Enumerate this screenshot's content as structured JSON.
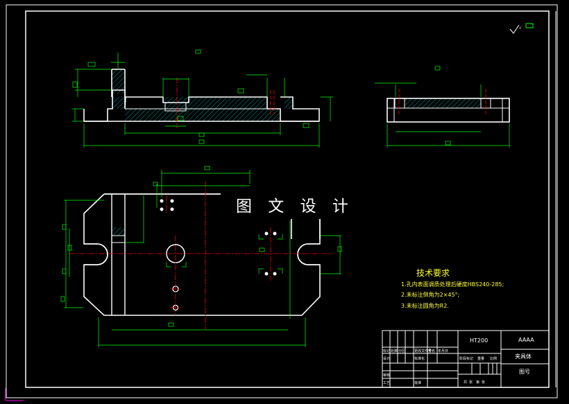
{
  "watermark": "图 文 设 计",
  "tech_requirements": {
    "title": "技术要求",
    "items": [
      "1.孔内表面调质处理后硬度HBS240-285;",
      "2.未标注倒角为2×45°;",
      "3.未标注圆角为R2."
    ]
  },
  "title_block": {
    "material": "HT200",
    "project": "AAAA",
    "part_name": "夹具体",
    "drawing_no_label": "图号",
    "labels_small": [
      "标记",
      "处数",
      "分区",
      "更改文件号",
      "签名",
      "年月日",
      "设计",
      "标准化",
      "阶段标记",
      "重量",
      "比例",
      "审核",
      "工艺",
      "批准",
      "共",
      "张",
      "第",
      "张"
    ]
  },
  "colors": {
    "background": "#000000",
    "outline": "#ffffff",
    "dimension": "#00ff00",
    "centerline": "#ff0000",
    "hatch": "#00cccc",
    "text": "#ffff33"
  }
}
